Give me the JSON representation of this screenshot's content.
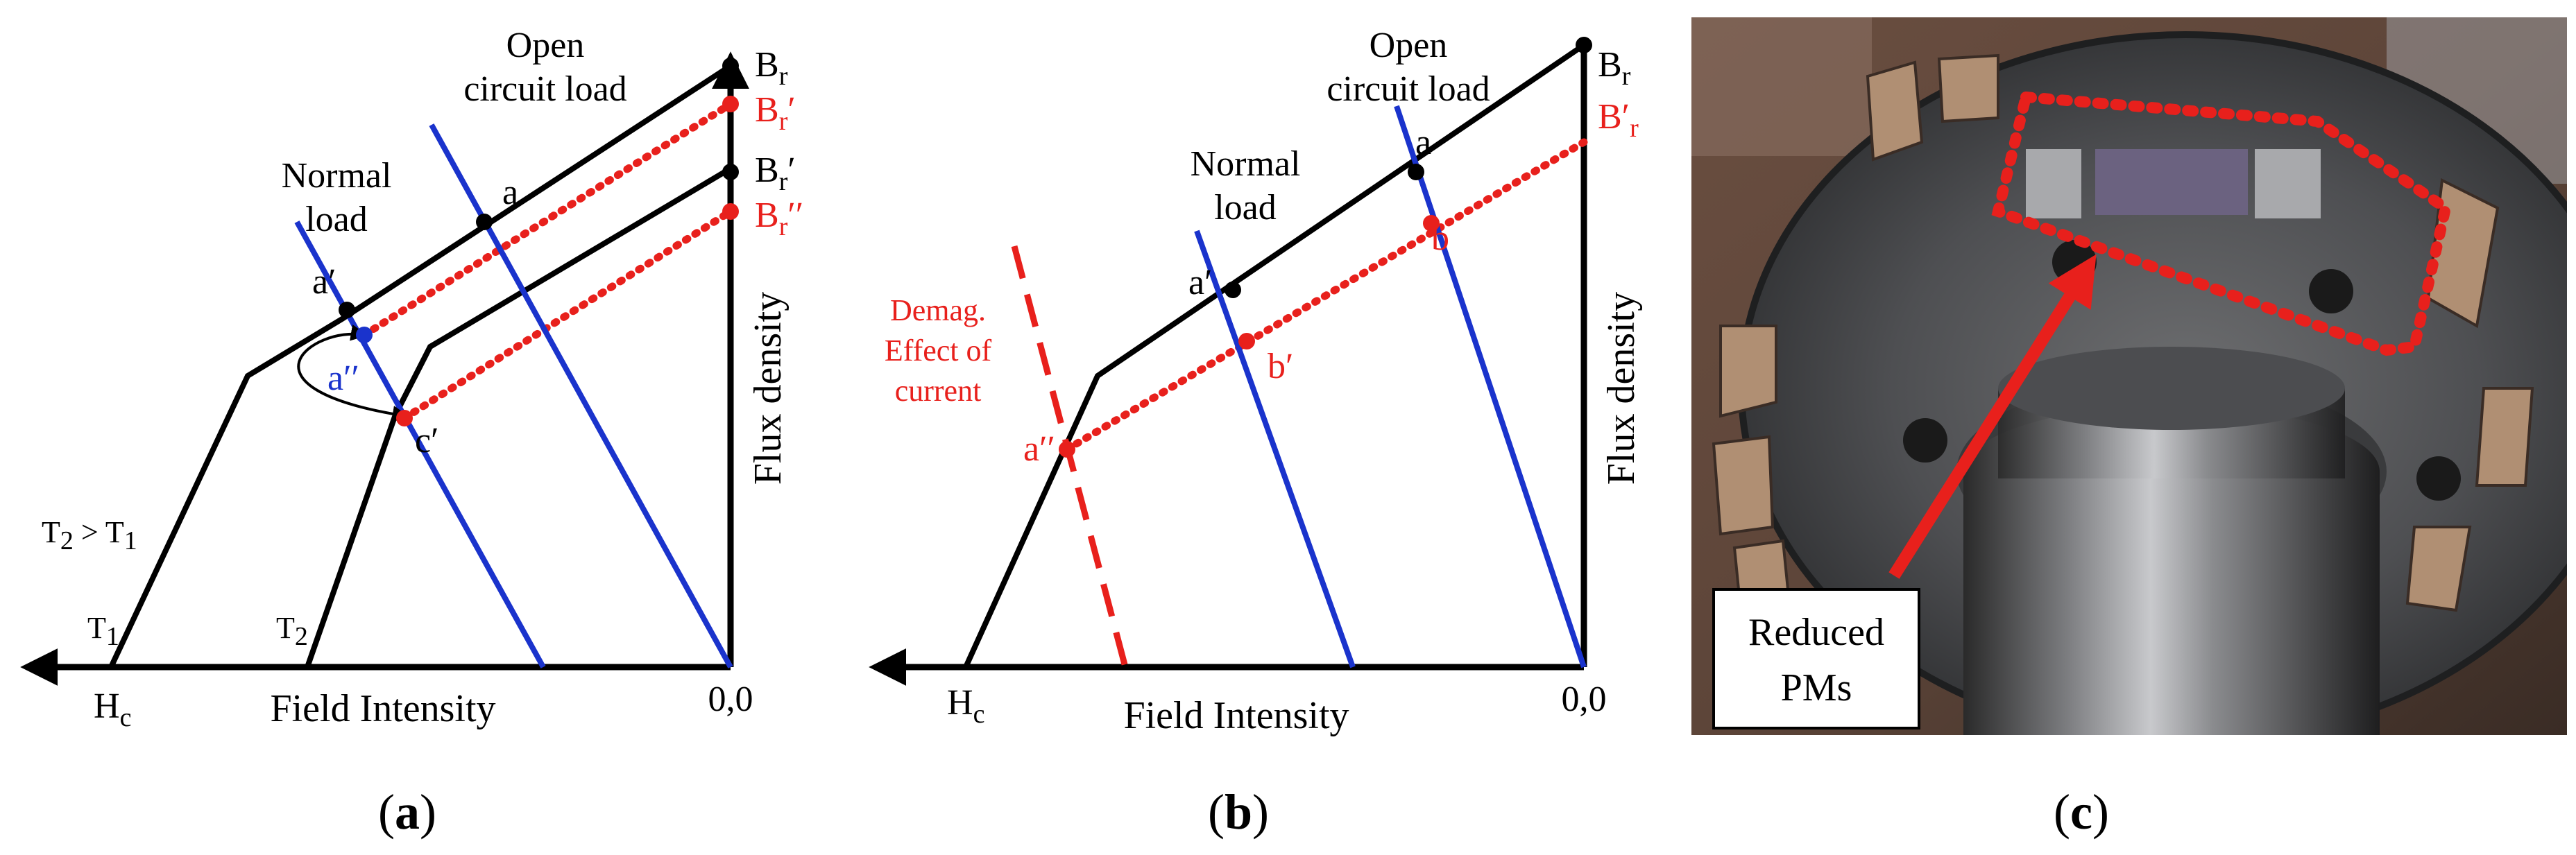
{
  "panel_a": {
    "open_circuit_line1": "Open",
    "open_circuit_line2": "circuit load",
    "normal_load_line1": "Normal",
    "normal_load_line2": "load",
    "point_a": "a",
    "point_a_prime": "a′",
    "point_a_dprime": "a′′",
    "point_c_prime": "c′",
    "br": "B",
    "br_sub": "r",
    "br_prime_red": "′",
    "br_prime_black": "′",
    "br_dprime_red": "′′",
    "temp_compare_t2": "T",
    "temp_compare_sub2": "2",
    "temp_compare_gt": " > T",
    "temp_compare_sub1": "1",
    "t1": "T",
    "t1_sub": "1",
    "t2": "T",
    "t2_sub": "2",
    "hc": "H",
    "hc_sub": "c",
    "x_axis_title": "Field Intensity",
    "y_axis_title": "Flux density",
    "origin": "0,0",
    "caption_open": "(",
    "caption_letter": "a",
    "caption_close": ")"
  },
  "panel_b": {
    "open_circuit_line1": "Open",
    "open_circuit_line2": "circuit load",
    "normal_load_line1": "Normal",
    "normal_load_line2": "load",
    "demag_line1": "Demag.",
    "demag_line2": "Effect of",
    "demag_line3": "current",
    "point_a": "a",
    "point_a_prime": "a′",
    "point_a_dprime": "a′′",
    "point_b": "b",
    "point_b_prime": "b′",
    "br": "B",
    "br_sub": "r",
    "br_prime": "B′",
    "br_prime_sub": "r",
    "hc": "H",
    "hc_sub": "c",
    "x_axis_title": "Field Intensity",
    "y_axis_title": "Flux density",
    "origin": "0,0",
    "caption_open": "(",
    "caption_letter": "b",
    "caption_close": ")"
  },
  "panel_c": {
    "callout_line1": "Reduced",
    "callout_line2": "PMs",
    "caption_open": "(",
    "caption_letter": "c",
    "caption_close": ")"
  },
  "colors": {
    "black": "#000000",
    "red": "#e8201c",
    "blue": "#1a33cc"
  }
}
